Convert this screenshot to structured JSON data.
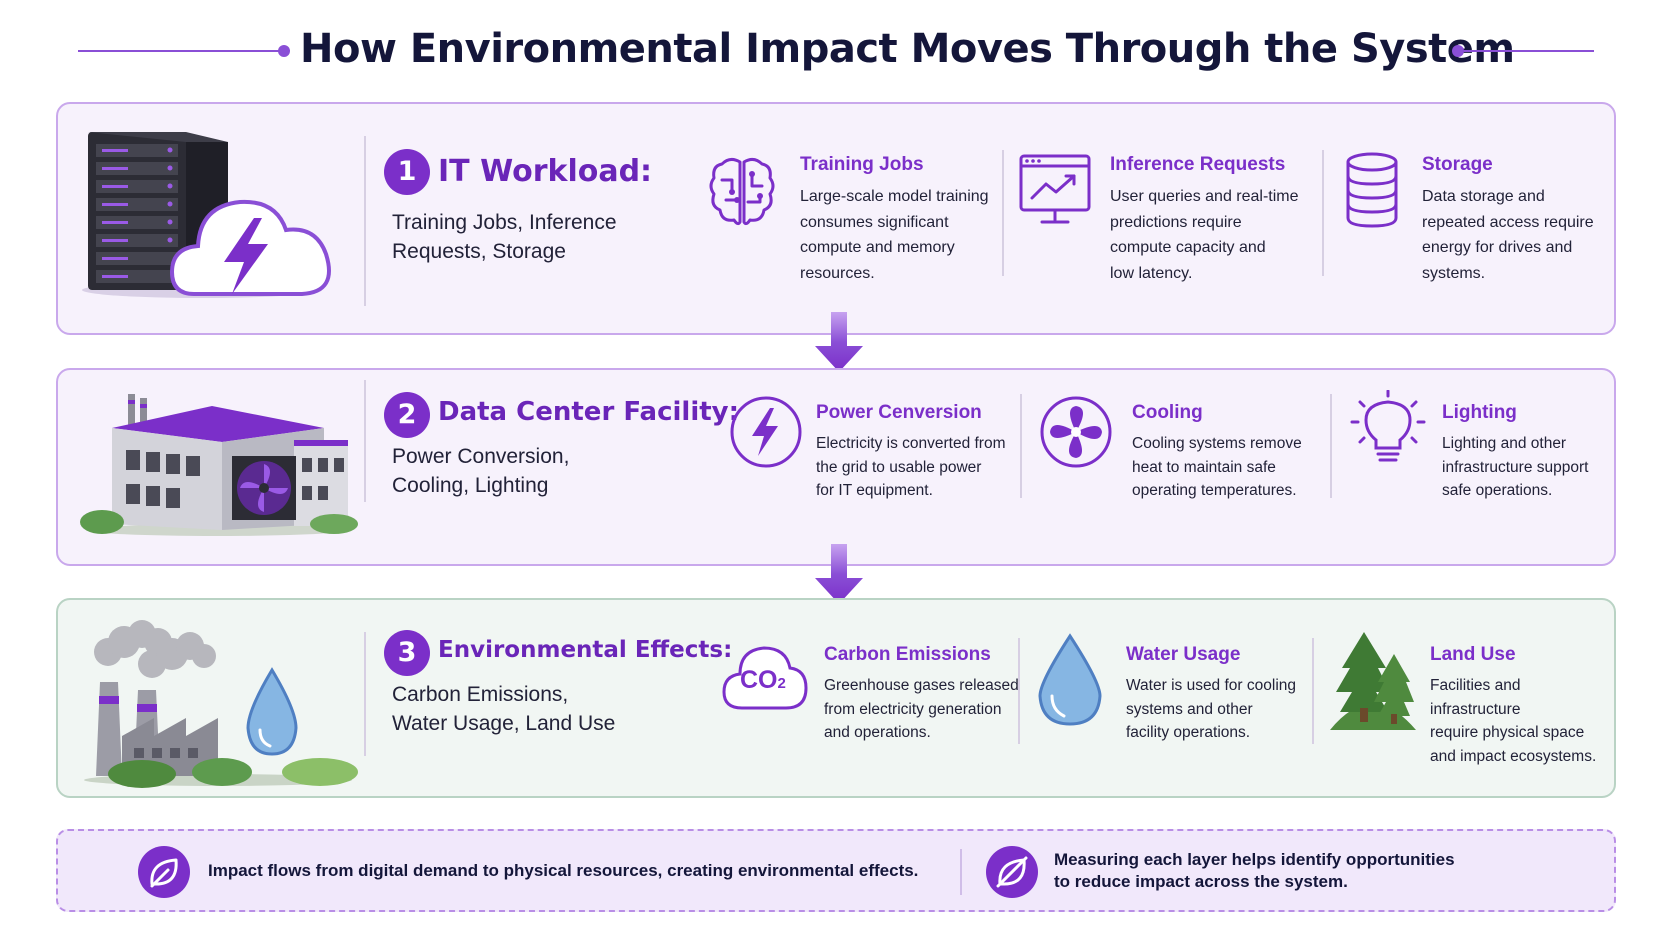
{
  "title": "How Environmental Impact Moves Through the System",
  "colors": {
    "accent": "#7b2fc9",
    "panel_purple": "#f7f2fc",
    "panel_green": "#f1f6f3"
  },
  "stages": [
    {
      "number": "1",
      "title": "IT Workload:",
      "subtitle_lines": [
        "Training Jobs, Inference",
        "Requests, Storage"
      ],
      "items": [
        {
          "icon": "brain-icon",
          "title": "Training Jobs",
          "lines": [
            "Large-scale model training",
            "consumes significant",
            "compute and memory",
            "resources."
          ]
        },
        {
          "icon": "monitor-chart-icon",
          "title": "Inference Requests",
          "lines": [
            "User queries and real-time",
            "predictions require",
            "compute capacity and",
            "low latency."
          ]
        },
        {
          "icon": "database-icon",
          "title": "Storage",
          "lines": [
            "Data storage and",
            "repeated access require",
            "energy for drives and",
            "systems."
          ]
        }
      ]
    },
    {
      "number": "2",
      "title": "Data Center Facility:",
      "subtitle_lines": [
        "Power Conversion,",
        "Cooling, Lighting"
      ],
      "items": [
        {
          "icon": "lightning-icon",
          "title": "Power Cenversion",
          "lines": [
            "Electricity is converted from",
            "the grid to usable power",
            "for IT equipment."
          ]
        },
        {
          "icon": "fan-icon",
          "title": "Cooling",
          "lines": [
            "Cooling systems remove",
            "heat to maintain safe",
            "operating temperatures."
          ]
        },
        {
          "icon": "lightbulb-icon",
          "title": "Lighting",
          "lines": [
            "Lighting and other",
            "infrastructure support",
            "safe operations."
          ]
        }
      ]
    },
    {
      "number": "3",
      "title": "Environmental Effects:",
      "subtitle_lines": [
        "Carbon Emissions,",
        "Water Usage, Land Use"
      ],
      "items": [
        {
          "icon": "co2-cloud-icon",
          "title": "Carbon Emissions",
          "lines": [
            "Greenhouse gases released",
            "from electricity generation",
            "and operations."
          ]
        },
        {
          "icon": "water-drop-icon",
          "title": "Water Usage",
          "lines": [
            "Water is used for cooling",
            "systems and other",
            "facility operations."
          ]
        },
        {
          "icon": "trees-icon",
          "title": "Land Use",
          "lines": [
            "Facilities and infrastructure",
            "require physical space",
            "and impact ecosystems."
          ]
        }
      ]
    }
  ],
  "co2_label": "CO",
  "co2_sub": "2",
  "footer": {
    "left_text": "Impact flows from digital demand to physical resources, creating environmental effects.",
    "right_lines": [
      "Measuring each layer helps identify opportunities",
      "to reduce impact across the system."
    ]
  }
}
